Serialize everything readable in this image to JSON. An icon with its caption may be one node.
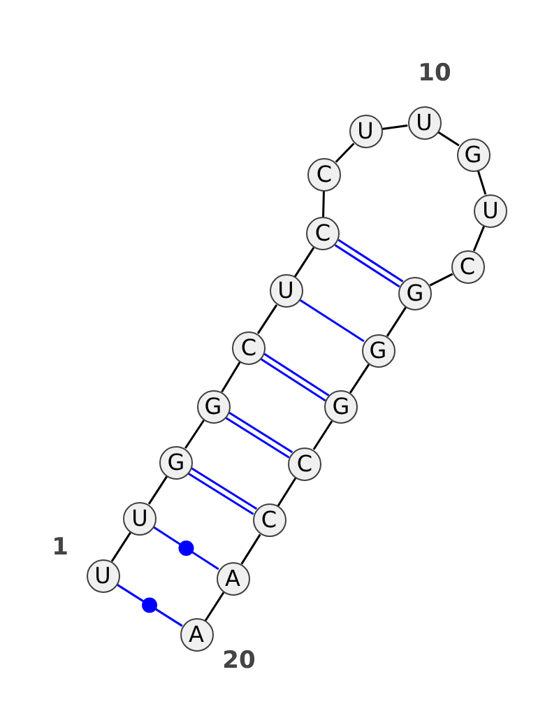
{
  "diagram": {
    "nodes": [
      {
        "text": [
          "U"
        ],
        "beside": [
          "1"
        ]
      },
      {
        "text": [
          "U"
        ]
      },
      {
        "text": [
          "G"
        ]
      },
      {
        "text": [
          "G"
        ]
      },
      {
        "text": [
          "C"
        ]
      },
      {
        "text": [
          "U"
        ]
      },
      {
        "text": [
          "C"
        ]
      },
      {
        "text": [
          "C"
        ]
      },
      {
        "text": [
          "U"
        ]
      },
      {
        "text": [
          "U"
        ],
        "beside": [
          "10"
        ]
      },
      {
        "text": [
          "G"
        ]
      },
      {
        "text": [
          "U"
        ]
      },
      {
        "text": [
          "C"
        ]
      },
      {
        "text": [
          "G"
        ]
      },
      {
        "text": [
          "G"
        ]
      },
      {
        "text": [
          "G"
        ]
      },
      {
        "text": [
          "C"
        ]
      },
      {
        "text": [
          "C"
        ]
      },
      {
        "text": [
          "A"
        ]
      },
      {
        "text": [
          "A"
        ],
        "beside": [
          "20"
        ]
      }
    ],
    "edges": [
      {
        "from": 0,
        "to": 1,
        "arrow": "none"
      },
      {
        "from": 1,
        "to": 2,
        "arrow": "none"
      },
      {
        "from": 2,
        "to": 3,
        "arrow": "none"
      },
      {
        "from": 3,
        "to": 4,
        "arrow": "none"
      },
      {
        "from": 4,
        "to": 5,
        "arrow": "none"
      },
      {
        "from": 5,
        "to": 6,
        "arrow": "none"
      },
      {
        "from": 6,
        "to": 7,
        "arrow": "none"
      },
      {
        "from": 7,
        "to": 8,
        "arrow": "none"
      },
      {
        "from": 8,
        "to": 9,
        "arrow": "none"
      },
      {
        "from": 9,
        "to": 10,
        "arrow": "none"
      },
      {
        "from": 10,
        "to": 11,
        "arrow": "none"
      },
      {
        "from": 11,
        "to": 12,
        "arrow": "none"
      },
      {
        "from": 12,
        "to": 13,
        "arrow": "none"
      },
      {
        "from": 13,
        "to": 14,
        "arrow": "none"
      },
      {
        "from": 14,
        "to": 15,
        "arrow": "none"
      },
      {
        "from": 15,
        "to": 16,
        "arrow": "none"
      },
      {
        "from": 16,
        "to": 17,
        "arrow": "none"
      },
      {
        "from": 17,
        "to": 18,
        "arrow": "none"
      },
      {
        "from": 18,
        "to": 19,
        "arrow": "none"
      },
      {
        "from": 0,
        "to": 19,
        "arrow": "none",
        "color": "#0000ff"
      },
      {
        "from": 1,
        "to": 18,
        "arrow": "none",
        "color": "#0000ff"
      },
      {
        "from": 2,
        "to": 17,
        "arrow": "none",
        "color": "#0000ff"
      },
      {
        "from": 3,
        "to": 16,
        "arrow": "none",
        "color": "#0000ff"
      },
      {
        "from": 4,
        "to": 15,
        "arrow": "none",
        "color": "#0000ff"
      },
      {
        "from": 5,
        "to": 14,
        "arrow": "none",
        "color": "#0000ff"
      },
      {
        "from": 6,
        "to": 13,
        "arrow": "none",
        "color": "#0000ff"
      }
    ]
  }
}
